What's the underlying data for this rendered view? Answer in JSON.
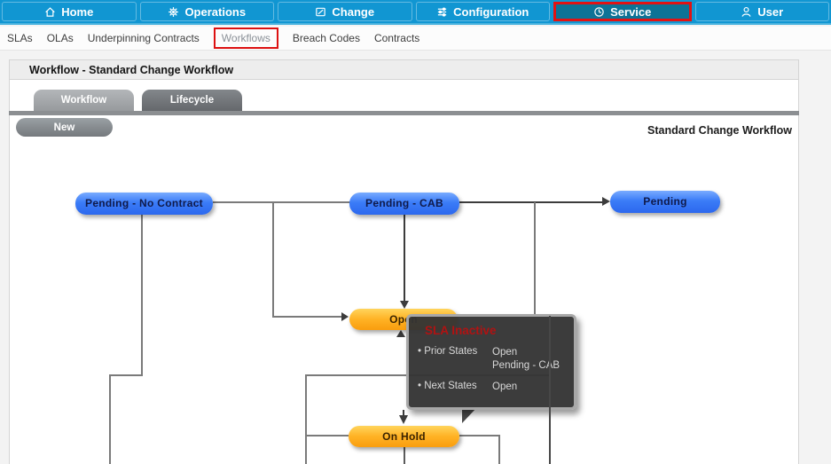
{
  "nav": {
    "items": [
      {
        "label": "Home"
      },
      {
        "label": "Operations"
      },
      {
        "label": "Change"
      },
      {
        "label": "Configuration"
      },
      {
        "label": "Service"
      },
      {
        "label": "User"
      }
    ],
    "selected": "Service"
  },
  "subnav": {
    "items": [
      {
        "label": "SLAs"
      },
      {
        "label": "OLAs"
      },
      {
        "label": "Underpinning Contracts"
      },
      {
        "label": "Workflows"
      },
      {
        "label": "Breach Codes"
      },
      {
        "label": "Contracts"
      }
    ],
    "selected": "Workflows"
  },
  "page": {
    "title": "Workflow - Standard Change Workflow",
    "workflow_name": "Standard Change Workflow"
  },
  "tabs": [
    {
      "label": "Workflow",
      "active": true
    },
    {
      "label": "Lifecycle",
      "active": false
    }
  ],
  "toolbar": {
    "new_label": "New"
  },
  "diagram": {
    "nodes": [
      {
        "label": "Pending - No Contract",
        "type": "blue"
      },
      {
        "label": "Pending - CAB",
        "type": "blue"
      },
      {
        "label": "Pending",
        "type": "blue"
      },
      {
        "label": "Open",
        "type": "orange"
      },
      {
        "label": "On Hold",
        "type": "orange"
      }
    ]
  },
  "tooltip": {
    "title": "SLA Inactive",
    "rows": [
      {
        "label": "Prior States",
        "values": [
          "Open",
          "Pending - CAB"
        ]
      },
      {
        "label": "Next States",
        "values": [
          "Open"
        ]
      }
    ]
  },
  "colors": {
    "nav_background": "#1196d2",
    "nav_selected": "#0d7396",
    "highlight_red": "#e31212",
    "node_blue": "#2c68ee",
    "node_orange": "#f99d0e",
    "tooltip_title_red": "#b11212"
  }
}
